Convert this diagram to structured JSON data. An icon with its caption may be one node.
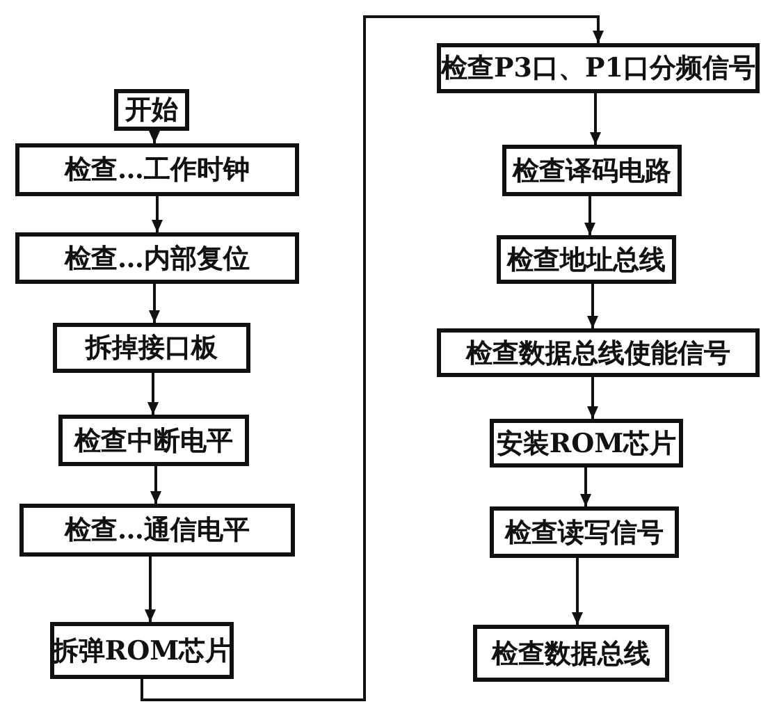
{
  "diagram": {
    "nodes": [
      {
        "text": [
          "开始"
        ]
      },
      {
        "text": [
          "检查…工作时钟"
        ]
      },
      {
        "text": [
          "检查…内部复位"
        ]
      },
      {
        "text": [
          "拆掉接口板"
        ]
      },
      {
        "text": [
          "检查中断电平"
        ]
      },
      {
        "text": [
          "检查…通信电平"
        ]
      },
      {
        "text": [
          "拆弹ROM芯片"
        ]
      },
      {
        "text": [
          "检查P3口、P1口分频信号"
        ]
      },
      {
        "text": [
          "检查译码电路"
        ]
      },
      {
        "text": [
          "检查地址总线"
        ]
      },
      {
        "text": [
          "检查数据总线使能信号"
        ]
      },
      {
        "text": [
          "安装ROM芯片"
        ]
      },
      {
        "text": [
          "检查读写信号"
        ]
      },
      {
        "text": [
          "检查数据总线"
        ]
      }
    ],
    "edges": [
      {
        "from": 0,
        "to": 1,
        "arrow": "to"
      },
      {
        "from": 1,
        "to": 2,
        "arrow": "to"
      },
      {
        "from": 2,
        "to": 3,
        "arrow": "to"
      },
      {
        "from": 3,
        "to": 4,
        "arrow": "to"
      },
      {
        "from": 4,
        "to": 5,
        "arrow": "to"
      },
      {
        "from": 5,
        "to": 6,
        "arrow": "to"
      },
      {
        "from": 6,
        "to": 7,
        "arrow": "to"
      },
      {
        "from": 7,
        "to": 8,
        "arrow": "to"
      },
      {
        "from": 8,
        "to": 9,
        "arrow": "to"
      },
      {
        "from": 9,
        "to": 10,
        "arrow": "to"
      },
      {
        "from": 10,
        "to": 11,
        "arrow": "to"
      },
      {
        "from": 11,
        "to": 12,
        "arrow": "to"
      },
      {
        "from": 12,
        "to": 13,
        "arrow": "to"
      }
    ]
  }
}
